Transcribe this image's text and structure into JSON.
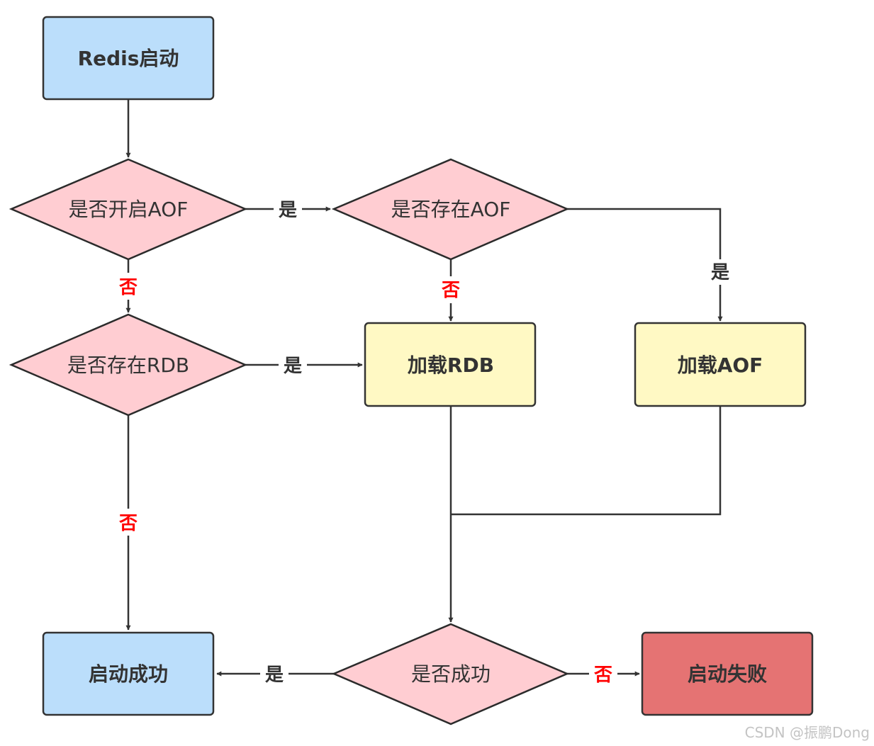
{
  "nodes": {
    "redis_start": "Redis启动",
    "aof_enabled": "是否开启AOF",
    "aof_exists": "是否存在AOF",
    "rdb_exists": "是否存在RDB",
    "load_rdb": "加载RDB",
    "load_aof": "加载AOF",
    "start_success": "启动成功",
    "is_success": "是否成功",
    "start_fail": "启动失败"
  },
  "edge_labels": {
    "yes": "是",
    "no": "否"
  },
  "watermark": "CSDN @振鹏Dong",
  "colors": {
    "blue_fill": "#BBDEFB",
    "pink_fill": "#FFCDD2",
    "yellow_fill": "#FFF9C4",
    "red_fill": "#E57373",
    "stroke": "#333333",
    "diamond_stroke": "#2b2b2b",
    "yes_label": "#333333",
    "no_label": "#FF0000"
  }
}
